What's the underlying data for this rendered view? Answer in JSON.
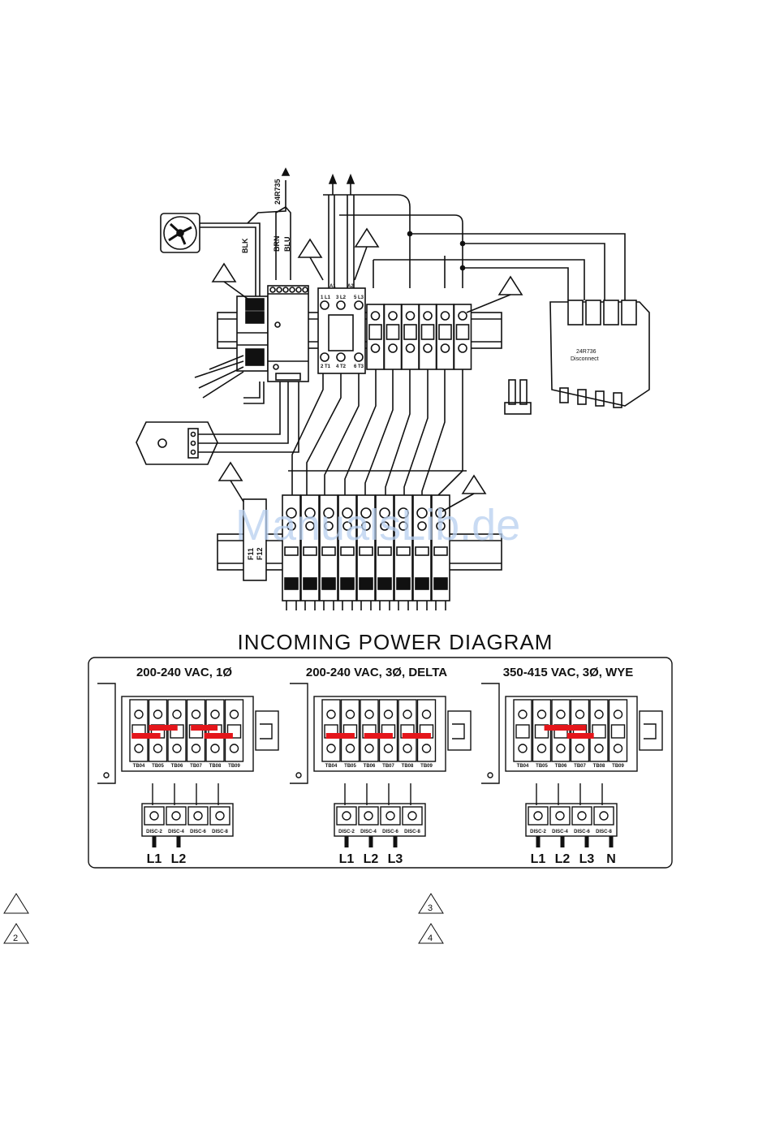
{
  "wiring": {
    "cable_24r735": "24R735",
    "wire_blk": "BLK",
    "wire_brn": "BRN",
    "wire_blu": "BLU",
    "contactor_labels": [
      "A1",
      "A2",
      "1 L1",
      "3 L2",
      "5 L3",
      "2 T1",
      "4 T2",
      "6 T3"
    ],
    "disconnect_part": "24R736",
    "disconnect_label": "Disconnect",
    "fuse_f11": "F11",
    "fuse_f12": "F12",
    "watermark": "ManualsLib.de"
  },
  "incoming_power": {
    "title": "INCOMING  POWER  DIAGRAM",
    "panels": [
      {
        "header": "200-240 VAC, 1Ø",
        "terminals": [
          "TB04",
          "TB05",
          "TB06",
          "TB07",
          "TB08",
          "TB09"
        ],
        "disconnects": [
          "DISC-2",
          "DISC-4",
          "DISC-6",
          "DISC-8"
        ],
        "lines": [
          "L1",
          "L2"
        ]
      },
      {
        "header": "200-240 VAC, 3Ø, DELTA",
        "terminals": [
          "TB04",
          "TB05",
          "TB06",
          "TB07",
          "TB08",
          "TB09"
        ],
        "disconnects": [
          "DISC-2",
          "DISC-4",
          "DISC-6",
          "DISC-8"
        ],
        "lines": [
          "L1",
          "L2",
          "L3"
        ]
      },
      {
        "header": "350-415 VAC, 3Ø, WYE",
        "terminals": [
          "TB04",
          "TB05",
          "TB06",
          "TB07",
          "TB08",
          "TB09"
        ],
        "disconnects": [
          "DISC-2",
          "DISC-4",
          "DISC-6",
          "DISC-8"
        ],
        "lines": [
          "L1",
          "L2",
          "L3",
          "N"
        ]
      }
    ]
  },
  "notes": {
    "n1": "",
    "n2": "2",
    "n3": "3",
    "n4": "4"
  },
  "colors": {
    "jumper": "#e4161b",
    "ink": "#111111",
    "watermark": "#b8d0f0"
  }
}
